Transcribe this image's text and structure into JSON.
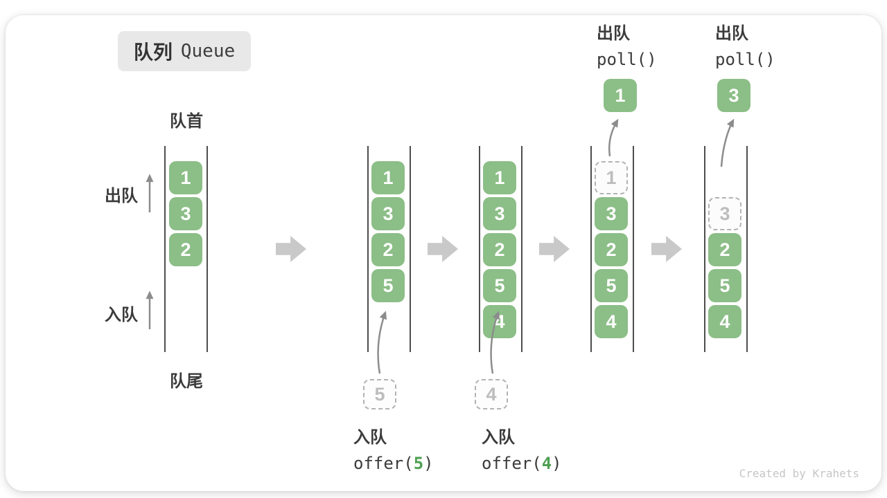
{
  "title": {
    "zh": "队列",
    "en": "Queue"
  },
  "labels": {
    "front": "队首",
    "rear": "队尾",
    "dequeue": "出队",
    "enqueue": "入队"
  },
  "watermark": "Created by Krahets",
  "colors": {
    "block_green": "#8CBE87",
    "code_green": "#4FA052",
    "ghost_gray": "#BDBDBD",
    "big_arrow_gray": "#C9C9C9",
    "thin_arrow_gray": "#8C8C8C",
    "line_dark": "#4D4D4D",
    "label_dark": "#3B3B3B",
    "title_bg": "#E8E8E8"
  },
  "stages": [
    {
      "slots": [
        {
          "row": 0,
          "value": "1"
        },
        {
          "row": 1,
          "value": "3"
        },
        {
          "row": 2,
          "value": "2"
        }
      ]
    },
    {
      "slots": [
        {
          "row": 0,
          "value": "1"
        },
        {
          "row": 1,
          "value": "3"
        },
        {
          "row": 2,
          "value": "2"
        },
        {
          "row": 3,
          "value": "5"
        }
      ],
      "incoming": "5",
      "caption": {
        "label": "入队",
        "code_before": "offer(",
        "code_num": "5",
        "code_after": ")"
      }
    },
    {
      "slots": [
        {
          "row": 0,
          "value": "1"
        },
        {
          "row": 1,
          "value": "3"
        },
        {
          "row": 2,
          "value": "2"
        },
        {
          "row": 3,
          "value": "5"
        },
        {
          "row": 4,
          "value": "4"
        }
      ],
      "incoming": "4",
      "caption": {
        "label": "入队",
        "code_before": "offer(",
        "code_num": "4",
        "code_after": ")"
      }
    },
    {
      "slots": [
        {
          "row": 0,
          "value": "1",
          "ghost": true
        },
        {
          "row": 1,
          "value": "3"
        },
        {
          "row": 2,
          "value": "2"
        },
        {
          "row": 3,
          "value": "5"
        },
        {
          "row": 4,
          "value": "4"
        }
      ],
      "popped": "1",
      "top_caption": {
        "label": "出队",
        "code": "poll()"
      }
    },
    {
      "slots": [
        {
          "row": 1,
          "value": "3",
          "ghost": true
        },
        {
          "row": 2,
          "value": "2"
        },
        {
          "row": 3,
          "value": "5"
        },
        {
          "row": 4,
          "value": "4"
        }
      ],
      "popped": "3",
      "top_caption": {
        "label": "出队",
        "code": "poll()"
      }
    }
  ]
}
